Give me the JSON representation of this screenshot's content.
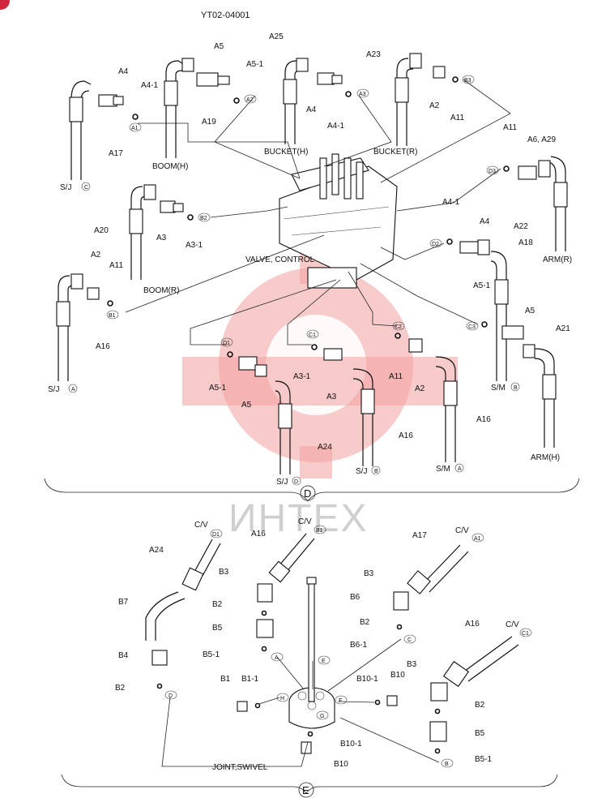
{
  "header": {
    "doc_code": "YT02-04001"
  },
  "watermark": {
    "text": "ИНТЕХ",
    "color": "#e84a4a"
  },
  "section_d": {
    "marker": "D",
    "labels": {
      "A4_tl": "A4",
      "A4_1_tl": "A4-1",
      "A5_top": "A5",
      "A5_1_top": "A5-1",
      "A25": "A25",
      "A23": "A23",
      "A17": "A17",
      "A19": "A19",
      "A4_mid": "A4",
      "A4_1_mid": "A4-1",
      "A2_top": "A2",
      "A11_top": "A11",
      "A11_r": "A11",
      "A6_A29": "A6, A29",
      "A20": "A20",
      "A3_l": "A3",
      "A3_1_l": "A3-1",
      "A2_l": "A2",
      "A11_l": "A11",
      "A16_l": "A16",
      "A4_1_r": "A4-1",
      "A4_r": "A4",
      "A18": "A18",
      "A22": "A22",
      "A5_1_r": "A5-1",
      "A5_r": "A5",
      "A21": "A21",
      "A5_1_b": "A5-1",
      "A5_b": "A5",
      "A24": "A24",
      "A3_1_b": "A3-1",
      "A3_b": "A3",
      "A16_b": "A16",
      "A11_b": "A11",
      "A2_b": "A2",
      "A16_br": "A16"
    },
    "groups": {
      "boom_h": "BOOM(H)",
      "bucket_h": "BUCKET(H)",
      "bucket_r": "BUCKET(R)",
      "boom_r": "BOOM(R)",
      "arm_r": "ARM(R)",
      "arm_h": "ARM(H)",
      "valve": "VALVE, CONTROL",
      "sj_c": "S/J",
      "sj_a": "S/J",
      "sj_d": "S/J",
      "sj_b": "S/J",
      "sm_b": "S/M",
      "sm_a": "S/M"
    },
    "circles": {
      "A1": "A1",
      "A2": "A2",
      "A3": "A3",
      "B3": "B3",
      "D3": "D3",
      "B2": "B2",
      "B1": "B1",
      "D2": "D2",
      "C3": "C3",
      "D1": "D1",
      "C1": "C1",
      "C2": "C2",
      "sjc": "C",
      "sja": "A",
      "sjd": "D",
      "sjb": "B",
      "smb": "B",
      "sma": "A"
    }
  },
  "section_e": {
    "marker": "E",
    "labels": {
      "cv1": "C/V",
      "cv2": "C/V",
      "cv3": "C/V",
      "cv4": "C/V",
      "A24": "A24",
      "A16": "A16",
      "A17": "A17",
      "A16_r": "A16",
      "B3_l": "B3",
      "B3_m": "B3",
      "B3_r": "B3",
      "B6": "B6",
      "B7": "B7",
      "B2_l": "B2",
      "B2_m": "B2",
      "B2_b": "B2",
      "B2_r": "B2",
      "B5_l": "B5",
      "B5_1_l": "B5-1",
      "B6_1": "B6-1",
      "B4": "B4",
      "B1": "B1",
      "B1_1": "B1-1",
      "B10_1_t": "B10-1",
      "B10_t": "B10",
      "B10_1_b": "B10-1",
      "B10_b": "B10",
      "B5_r": "B5",
      "B5_1_r": "B5-1",
      "joint": "JOINT,SWIVEL"
    },
    "circles": {
      "D1": "D1",
      "B1": "B1",
      "A1": "A1",
      "C1": "C1",
      "A": "A",
      "E": "E",
      "C": "C",
      "D": "D",
      "H": "H",
      "F": "F",
      "G": "G",
      "B": "B"
    }
  }
}
